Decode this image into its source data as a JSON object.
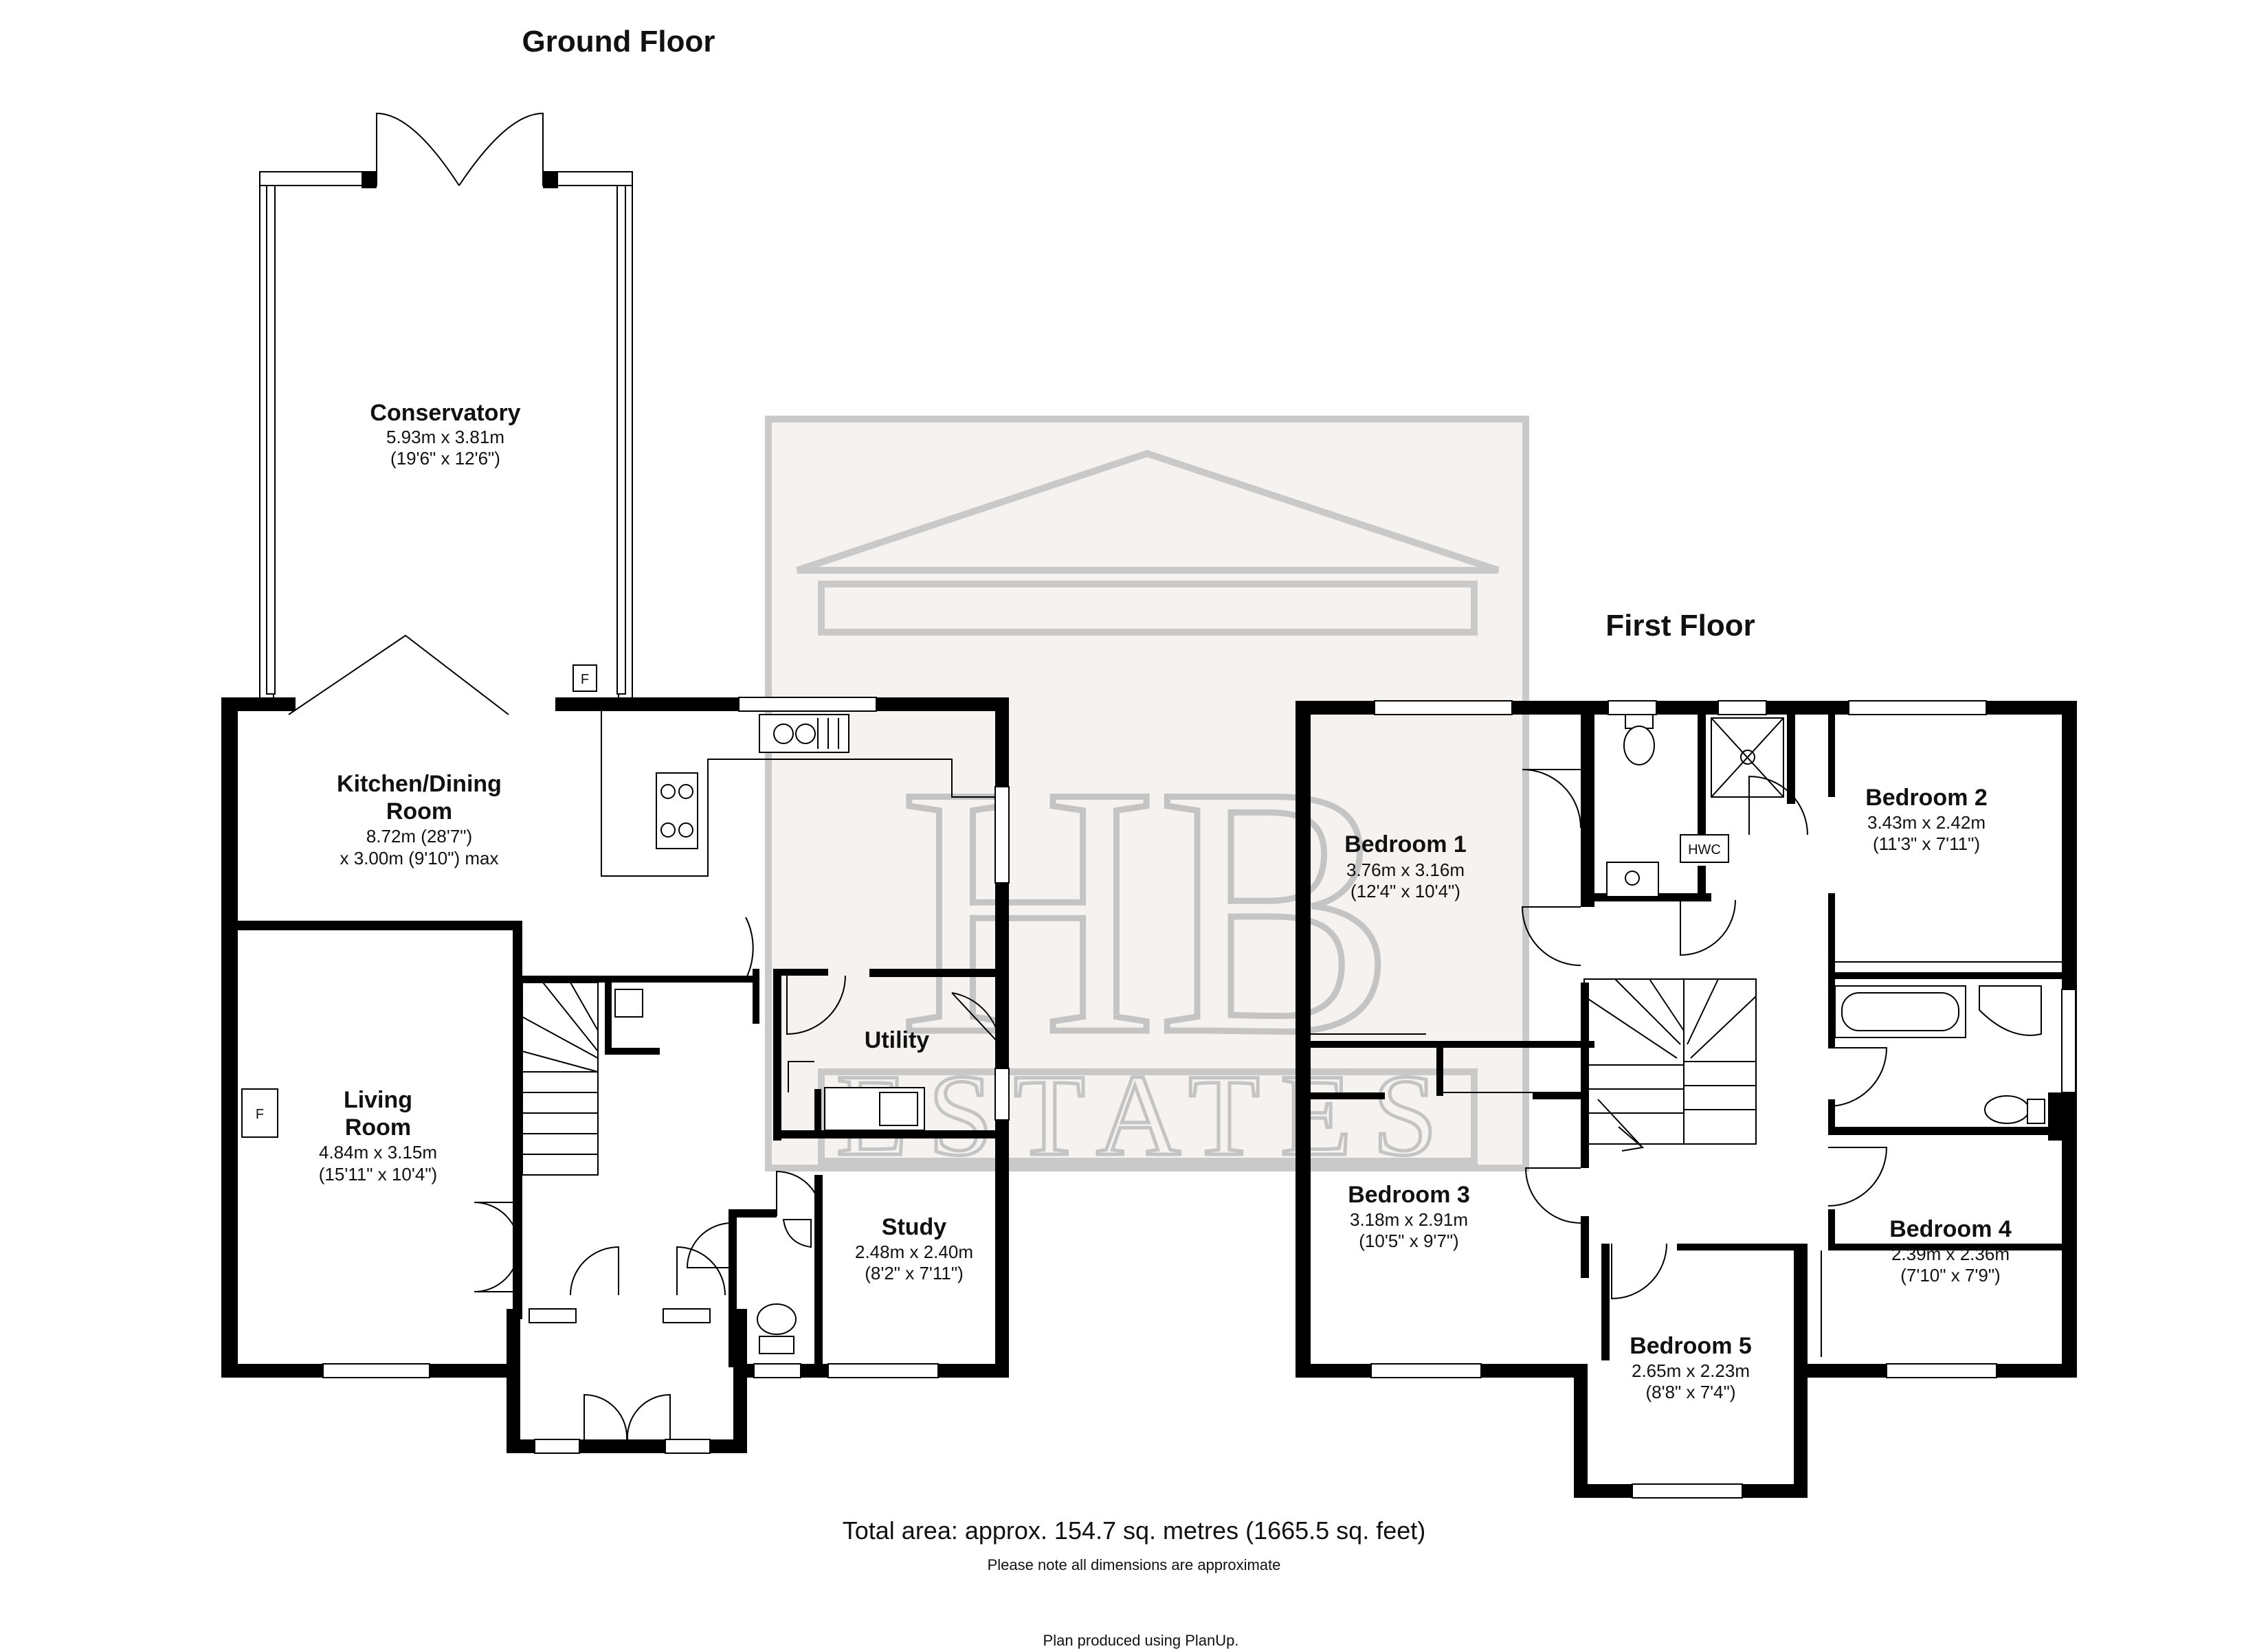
{
  "floors": {
    "ground": {
      "title": "Ground Floor"
    },
    "first": {
      "title": "First Floor"
    }
  },
  "rooms": {
    "conservatory": {
      "name": "Conservatory",
      "dim_m": "5.93m x 3.81m",
      "dim_ft": "(19'6\" x 12'6\")"
    },
    "kitchen": {
      "name_line1": "Kitchen/Dining",
      "name_line2": "Room",
      "dim_line1": "8.72m (28'7\")",
      "dim_line2": "x 3.00m (9'10\") max"
    },
    "living": {
      "name_line1": "Living",
      "name_line2": "Room",
      "dim_m": "4.84m x 3.15m",
      "dim_ft": "(15'11\" x 10'4\")"
    },
    "utility": {
      "name": "Utility"
    },
    "study": {
      "name": "Study",
      "dim_m": "2.48m x 2.40m",
      "dim_ft": "(8'2\" x 7'11\")"
    },
    "bedroom1": {
      "name": "Bedroom 1",
      "dim_m": "3.76m x 3.16m",
      "dim_ft": "(12'4\" x 10'4\")"
    },
    "bedroom2": {
      "name": "Bedroom 2",
      "dim_m": "3.43m x 2.42m",
      "dim_ft": "(11'3\" x 7'11\")"
    },
    "bedroom3": {
      "name": "Bedroom 3",
      "dim_m": "3.18m x 2.91m",
      "dim_ft": "(10'5\" x 9'7\")"
    },
    "bedroom4": {
      "name": "Bedroom 4",
      "dim_m": "2.39m x 2.36m",
      "dim_ft": "(7'10\" x 7'9\")"
    },
    "bedroom5": {
      "name": "Bedroom 5",
      "dim_m": "2.65m x 2.23m",
      "dim_ft": "(8'8\" x 7'4\")"
    }
  },
  "labels": {
    "fireplace_mark": "F",
    "hwc": "HWC"
  },
  "watermark": {
    "text": "ESTATES",
    "monogram": "HB"
  },
  "footer": {
    "total_area": "Total area: approx. 154.7 sq. metres (1665.5 sq. feet)",
    "note": "Please note all dimensions are approximate",
    "credit": "Plan produced using PlanUp."
  }
}
